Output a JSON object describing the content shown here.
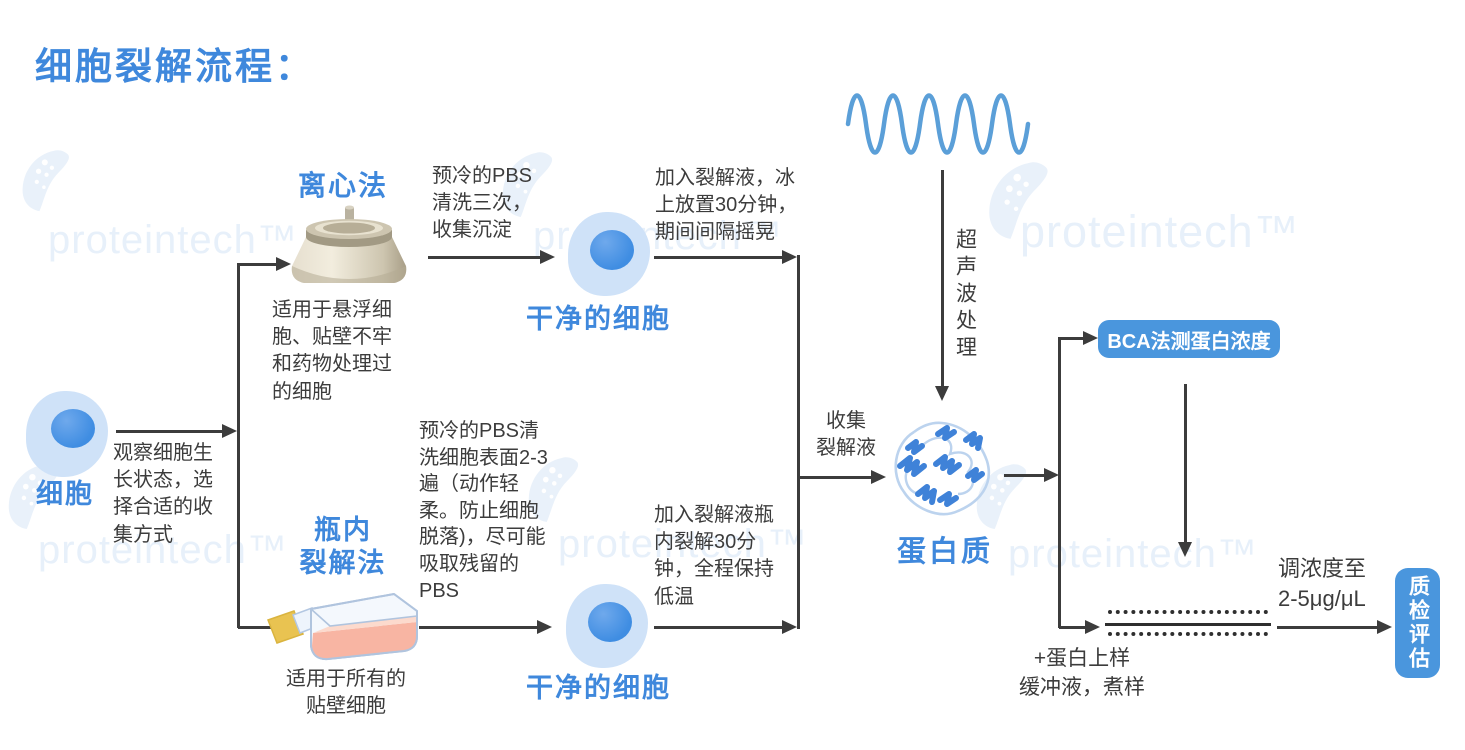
{
  "title": "细胞裂解流程：",
  "watermark": {
    "text": "proteintech™"
  },
  "nodes": {
    "cell": {
      "label": "细胞",
      "note": "观察细胞生\n长状态，选\n择合适的收\n集方式"
    },
    "centrifuge": {
      "label": "离心法",
      "note": "适用于悬浮细\n胞、贴壁不牢\n和药物处理过\n的细胞"
    },
    "flask": {
      "label": "瓶内\n裂解法",
      "note": "适用于所有的\n贴壁细胞"
    },
    "clean_cell_top": {
      "label": "干净的细胞"
    },
    "clean_cell_bottom": {
      "label": "干净的细胞"
    },
    "protein": {
      "label": "蛋白质"
    },
    "bca_badge": {
      "label": "BCA法测蛋白浓度"
    },
    "qc_badge": {
      "label": "质检评估"
    }
  },
  "steps": {
    "wash_top": "预冷的PBS\n清洗三次，\n收集沉淀",
    "lyse_top": "加入裂解液，冰\n上放置30分钟，\n期间间隔摇晃",
    "wash_bottom": "预冷的PBS清\n洗细胞表面2-3\n遍（动作轻\n柔。防止细胞\n脱落)，尽可能\n吸取残留的\nPBS",
    "lyse_bottom": "加入裂解液瓶\n内裂解30分\n钟，全程保持\n低温",
    "collect": "收集\n裂解液",
    "ultrasonic": "超声波处理",
    "adjust": "调浓度至\n2-5μg/μL",
    "buffer": "+蛋白上样\n缓冲液，煮样"
  },
  "icons": {
    "cell": "cell-icon",
    "centrifuge": "centrifuge-rotor-icon",
    "flask": "culture-flask-icon",
    "protein": "protein-structure-icon",
    "wave": "ultrasound-wave-icon",
    "gel": "gel-sample-lane-icon",
    "logo": "proteintech-logo-blob"
  },
  "colors": {
    "accent_blue": "#3f88dc",
    "badge_blue": "#4a96dd",
    "wave_blue": "#5b9fd8",
    "body_text": "#3c3c3c",
    "watermark": "#e7f0fa",
    "cell_outer": "#cfe2f8",
    "cell_nucleus": "#3f8de2",
    "flask_liquid": "#f8b5a3",
    "flask_cap": "#e9c351",
    "rotor_beige": "#d8d1bf"
  }
}
